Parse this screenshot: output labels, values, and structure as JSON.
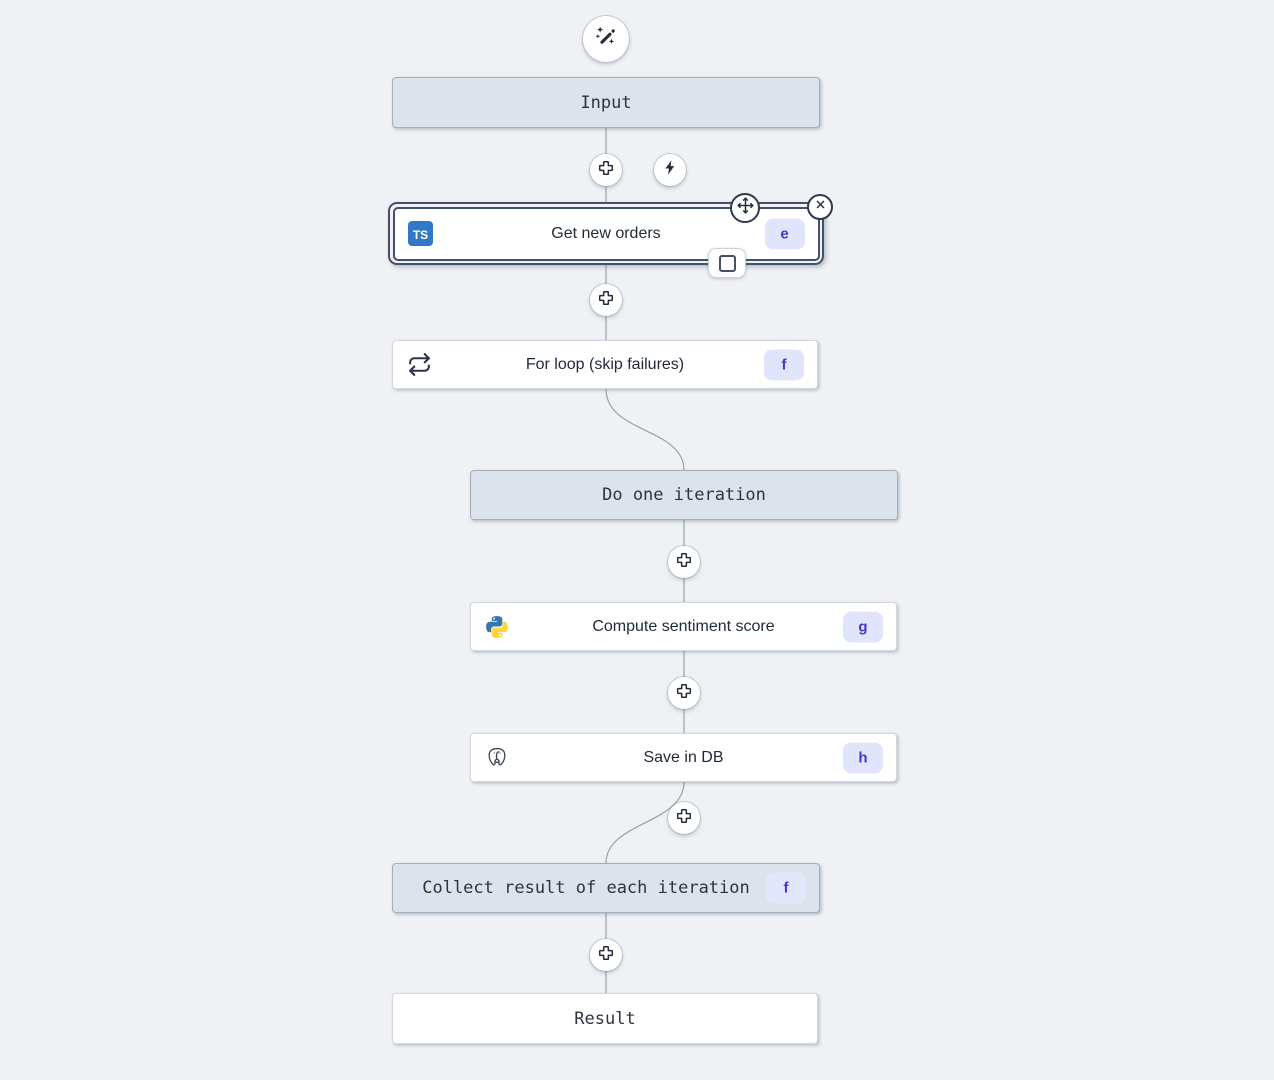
{
  "palette": {
    "background": "#eff1f4",
    "virtual_node_bg": "#dce3ec",
    "virtual_node_border": "#a5aebc",
    "node_bg": "#ffffff",
    "node_border": "#d3d7de",
    "selected_border": "#42506a",
    "edge": "#9aa1ab",
    "badge_bg": "#e0e5fb",
    "badge_text": "#4338ca",
    "icon_dark": "#222c3d",
    "typescript_blue": "#3178c6",
    "python_blue": "#3776ab",
    "python_yellow": "#ffd43b"
  },
  "nodes": {
    "input": {
      "label": "Input"
    },
    "get_new_orders": {
      "label": "Get new orders",
      "badge": "e",
      "language": "typescript",
      "ts_logo_text": "TS",
      "selected": true
    },
    "for_loop": {
      "label": "For loop (skip failures)",
      "badge": "f"
    },
    "do_one_iteration": {
      "label": "Do one iteration"
    },
    "compute_sentiment": {
      "label": "Compute sentiment score",
      "badge": "g",
      "language": "python"
    },
    "save_in_db": {
      "label": "Save in DB",
      "badge": "h",
      "language": "postgresql"
    },
    "collect_result": {
      "label": "Collect result of each iteration",
      "badge": "f"
    },
    "result": {
      "label": "Result"
    }
  },
  "icons": {
    "top": "magic-wand-icon",
    "insert": "plus-icon",
    "trigger": "lightning-bolt-icon",
    "move": "move-crosshair-icon",
    "remove": "close-icon",
    "toggle": "square-outline-icon",
    "loop": "repeat-icon"
  }
}
